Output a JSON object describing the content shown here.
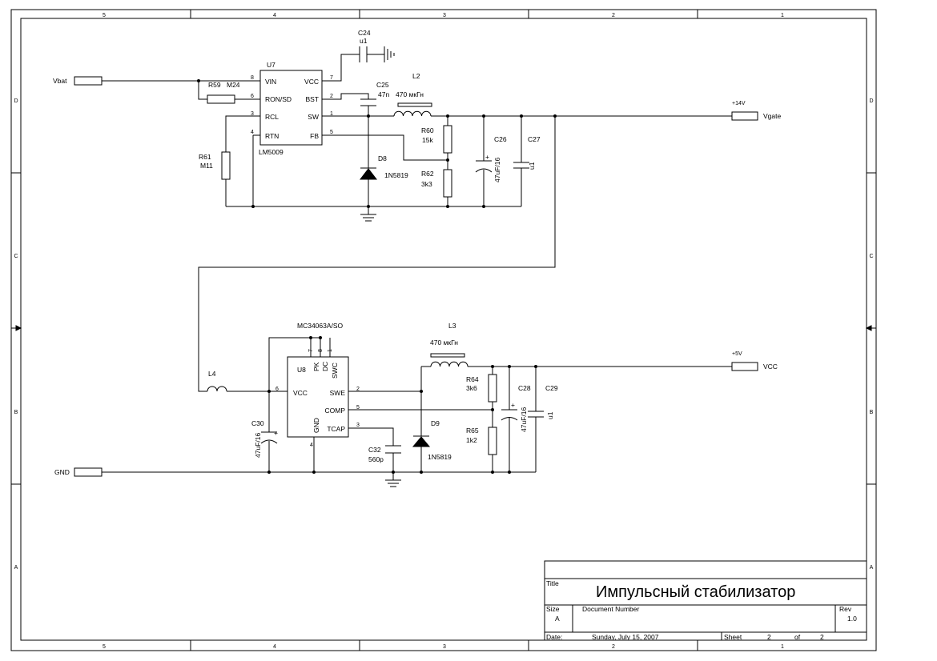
{
  "frame": {
    "column_labels": [
      "5",
      "4",
      "3",
      "2",
      "1"
    ],
    "row_labels": [
      "D",
      "C",
      "B",
      "A"
    ]
  },
  "ports": {
    "vbat": "Vbat",
    "vgate": "Vgate",
    "vcc": "VCC",
    "gnd": "GND",
    "net_14v": "+14V",
    "net_5v": "+5V"
  },
  "u7": {
    "ref": "U7",
    "part": "LM5009",
    "pins": [
      {
        "num": "8",
        "name": "VIN"
      },
      {
        "num": "6",
        "name": "RON/SD"
      },
      {
        "num": "3",
        "name": "RCL"
      },
      {
        "num": "4",
        "name": "RTN"
      },
      {
        "num": "7",
        "name": "VCC"
      },
      {
        "num": "2",
        "name": "BST"
      },
      {
        "num": "1",
        "name": "SW"
      },
      {
        "num": "5",
        "name": "FB"
      }
    ]
  },
  "u8": {
    "ref": "U8",
    "part": "MC34063A/SO",
    "left_pins": [
      {
        "num": "6",
        "name": "VCC"
      }
    ],
    "right_pins": [
      {
        "num": "2",
        "name": "SWE"
      },
      {
        "num": "5",
        "name": "COMP"
      },
      {
        "num": "3",
        "name": "TCAP"
      }
    ],
    "top_pins": [
      {
        "num": "7",
        "name": "PK"
      },
      {
        "num": "8",
        "name": "DC"
      },
      {
        "num": "1",
        "name": "SWC"
      }
    ],
    "bottom_pins": [
      {
        "num": "4",
        "name": "GND"
      }
    ]
  },
  "components": {
    "c24": {
      "ref": "C24",
      "value": "u1"
    },
    "c25": {
      "ref": "C25",
      "value": "47n"
    },
    "l2": {
      "ref": "L2",
      "value": "470 мкГн"
    },
    "r59": {
      "ref": "R59",
      "value": "M24"
    },
    "r60": {
      "ref": "R60",
      "value": "15k"
    },
    "r61": {
      "ref": "R61",
      "value": "M11"
    },
    "r62": {
      "ref": "R62",
      "value": "3k3"
    },
    "d8": {
      "ref": "D8",
      "value": "1N5819"
    },
    "c26": {
      "ref": "C26",
      "value": "47uF/16"
    },
    "c27": {
      "ref": "C27",
      "value": "u1"
    },
    "l3": {
      "ref": "L3",
      "value": "470 мкГн"
    },
    "l4": {
      "ref": "L4",
      "value": ""
    },
    "r64": {
      "ref": "R64",
      "value": "3k6"
    },
    "r65": {
      "ref": "R65",
      "value": "1k2"
    },
    "d9": {
      "ref": "D9",
      "value": "1N5819"
    },
    "c28": {
      "ref": "C28",
      "value": "47uF/16"
    },
    "c29": {
      "ref": "C29",
      "value": "u1"
    },
    "c30": {
      "ref": "C30",
      "value": "47uF/16"
    },
    "c32": {
      "ref": "C32",
      "value": "560p"
    },
    "plus": "+"
  },
  "title_block": {
    "title_label": "Title",
    "title": "Импульсный стабилизатор",
    "size_label": "Size",
    "size": "A",
    "doc_label": "Document Number",
    "rev_label": "Rev",
    "rev": "1.0",
    "date_label": "Date:",
    "date": "Sunday, July 15, 2007",
    "sheet_label": "Sheet",
    "sheet_num": "2",
    "of_label": "of",
    "sheet_total": "2"
  }
}
